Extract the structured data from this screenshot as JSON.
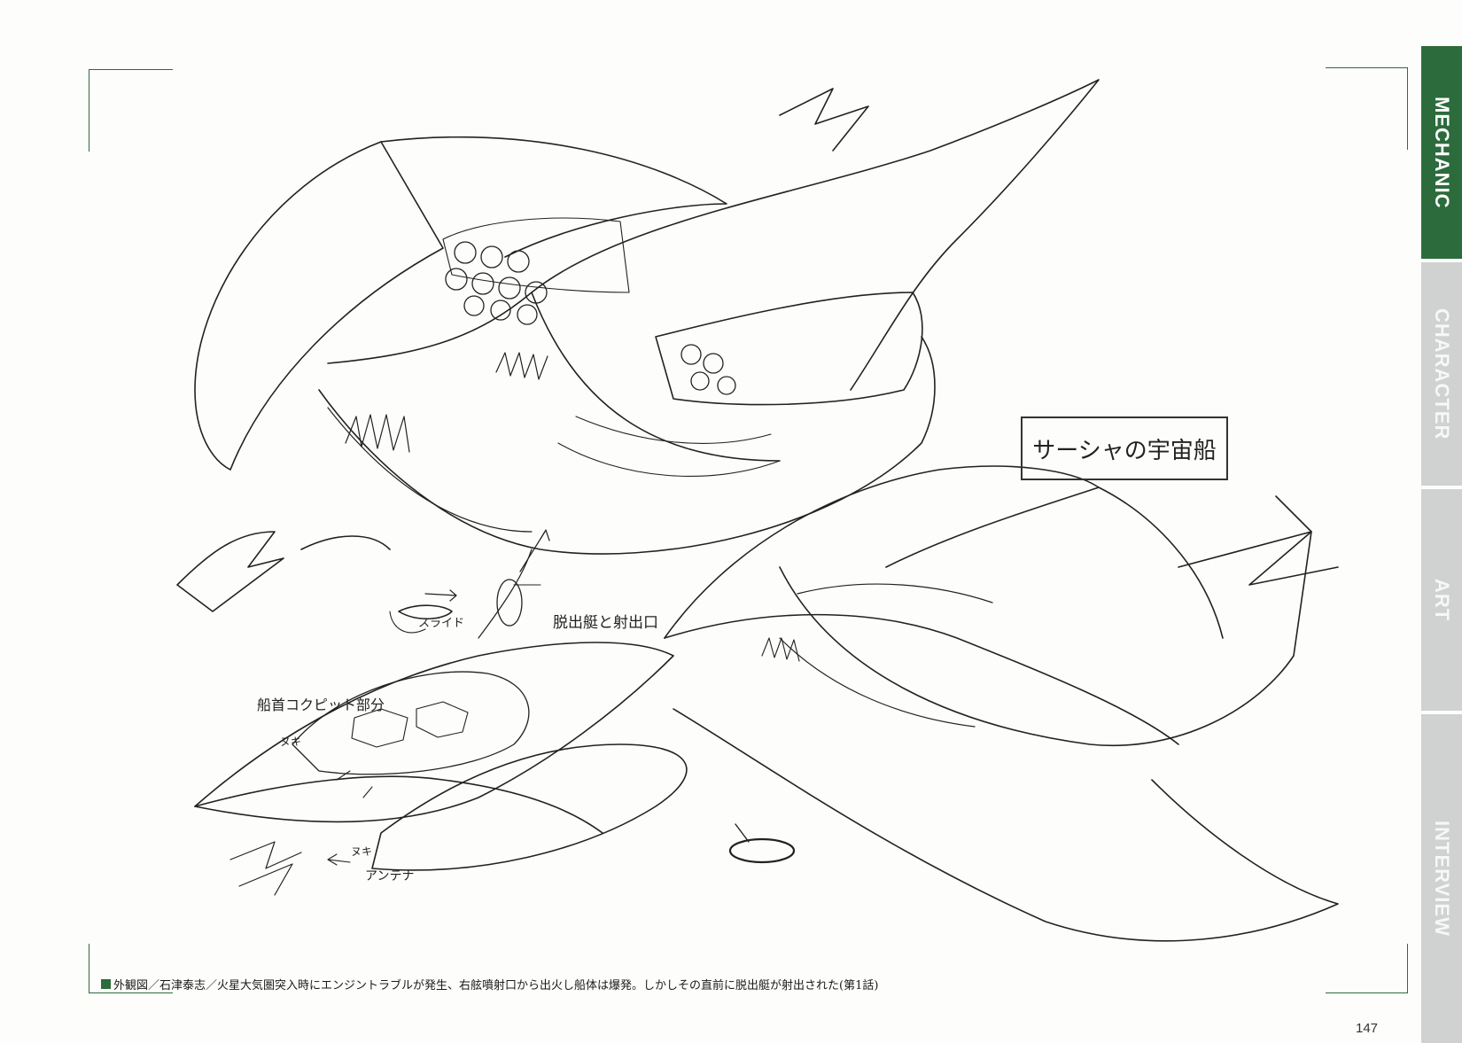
{
  "sidebar": {
    "tabs": [
      {
        "label": "MECHANIC",
        "active": true
      },
      {
        "label": "CHARACTER",
        "active": false
      },
      {
        "label": "ART",
        "active": false
      },
      {
        "label": "INTERVIEW",
        "active": false
      }
    ]
  },
  "annotations": {
    "title": "サーシャの宇宙船",
    "slide": "スライド",
    "escape_pod": "脱出艇と射出口",
    "cockpit": "船首コクピット部分",
    "nuki_1": "ヌキ",
    "nuki_2": "ヌキ",
    "antenna": "アンテナ"
  },
  "caption": "外観図／石津泰志／火星大気圏突入時にエンジントラブルが発生、右舷噴射口から出火し船体は爆発。しかしその直前に脱出艇が射出された(第1話)",
  "page_number": "147",
  "colors": {
    "accent": "#2c6b3b",
    "inactive_tab": "#cfd2d0"
  }
}
